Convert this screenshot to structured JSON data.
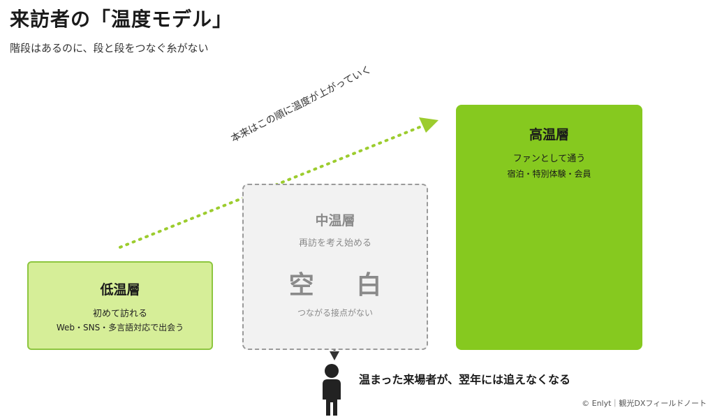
{
  "title": "来訪者の「温度モデル」",
  "subtitle": "階段はあるのに、段と段をつなぐ糸がない",
  "arrow_label": "本来はこの順に温度が上がっていく",
  "layers": {
    "low": {
      "name": "低温層",
      "desc": "初めて訪れる",
      "sub": "Web・SNS・多言語対応で出会う"
    },
    "mid": {
      "name": "中温層",
      "desc": "再訪を考え始める",
      "blank": "空 白",
      "note": "つながる接点がない"
    },
    "high": {
      "name": "高温層",
      "desc": "ファンとして通う",
      "sub": "宿泊・特別体験・会員"
    }
  },
  "visitor_text": "温まった来場者が、翌年には追えなくなる",
  "credit": "© Enlyt｜観光DXフィールドノート",
  "colors": {
    "low_fill": "#d6ee98",
    "low_border": "#8dc63f",
    "mid_fill": "#f2f2f2",
    "mid_border": "#9a9a9a",
    "high_fill": "#86c91f",
    "arrow": "#9ccc2e",
    "person": "#222222"
  }
}
